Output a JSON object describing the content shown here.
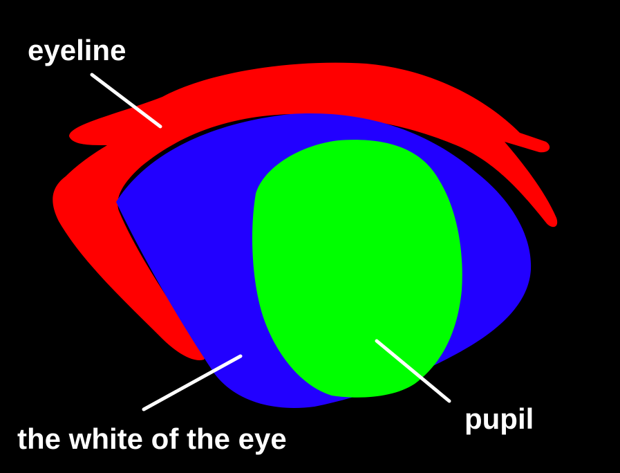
{
  "labels": {
    "eyeline": "eyeline",
    "pupil": "pupil",
    "white_of_eye": "the white of the eye"
  },
  "colors": {
    "background": "#000000",
    "eyeline": "#ff0000",
    "white_of_eye": "#2200ff",
    "pupil": "#00ff00",
    "label_text": "#ffffff",
    "leader_line": "#ffffff"
  }
}
